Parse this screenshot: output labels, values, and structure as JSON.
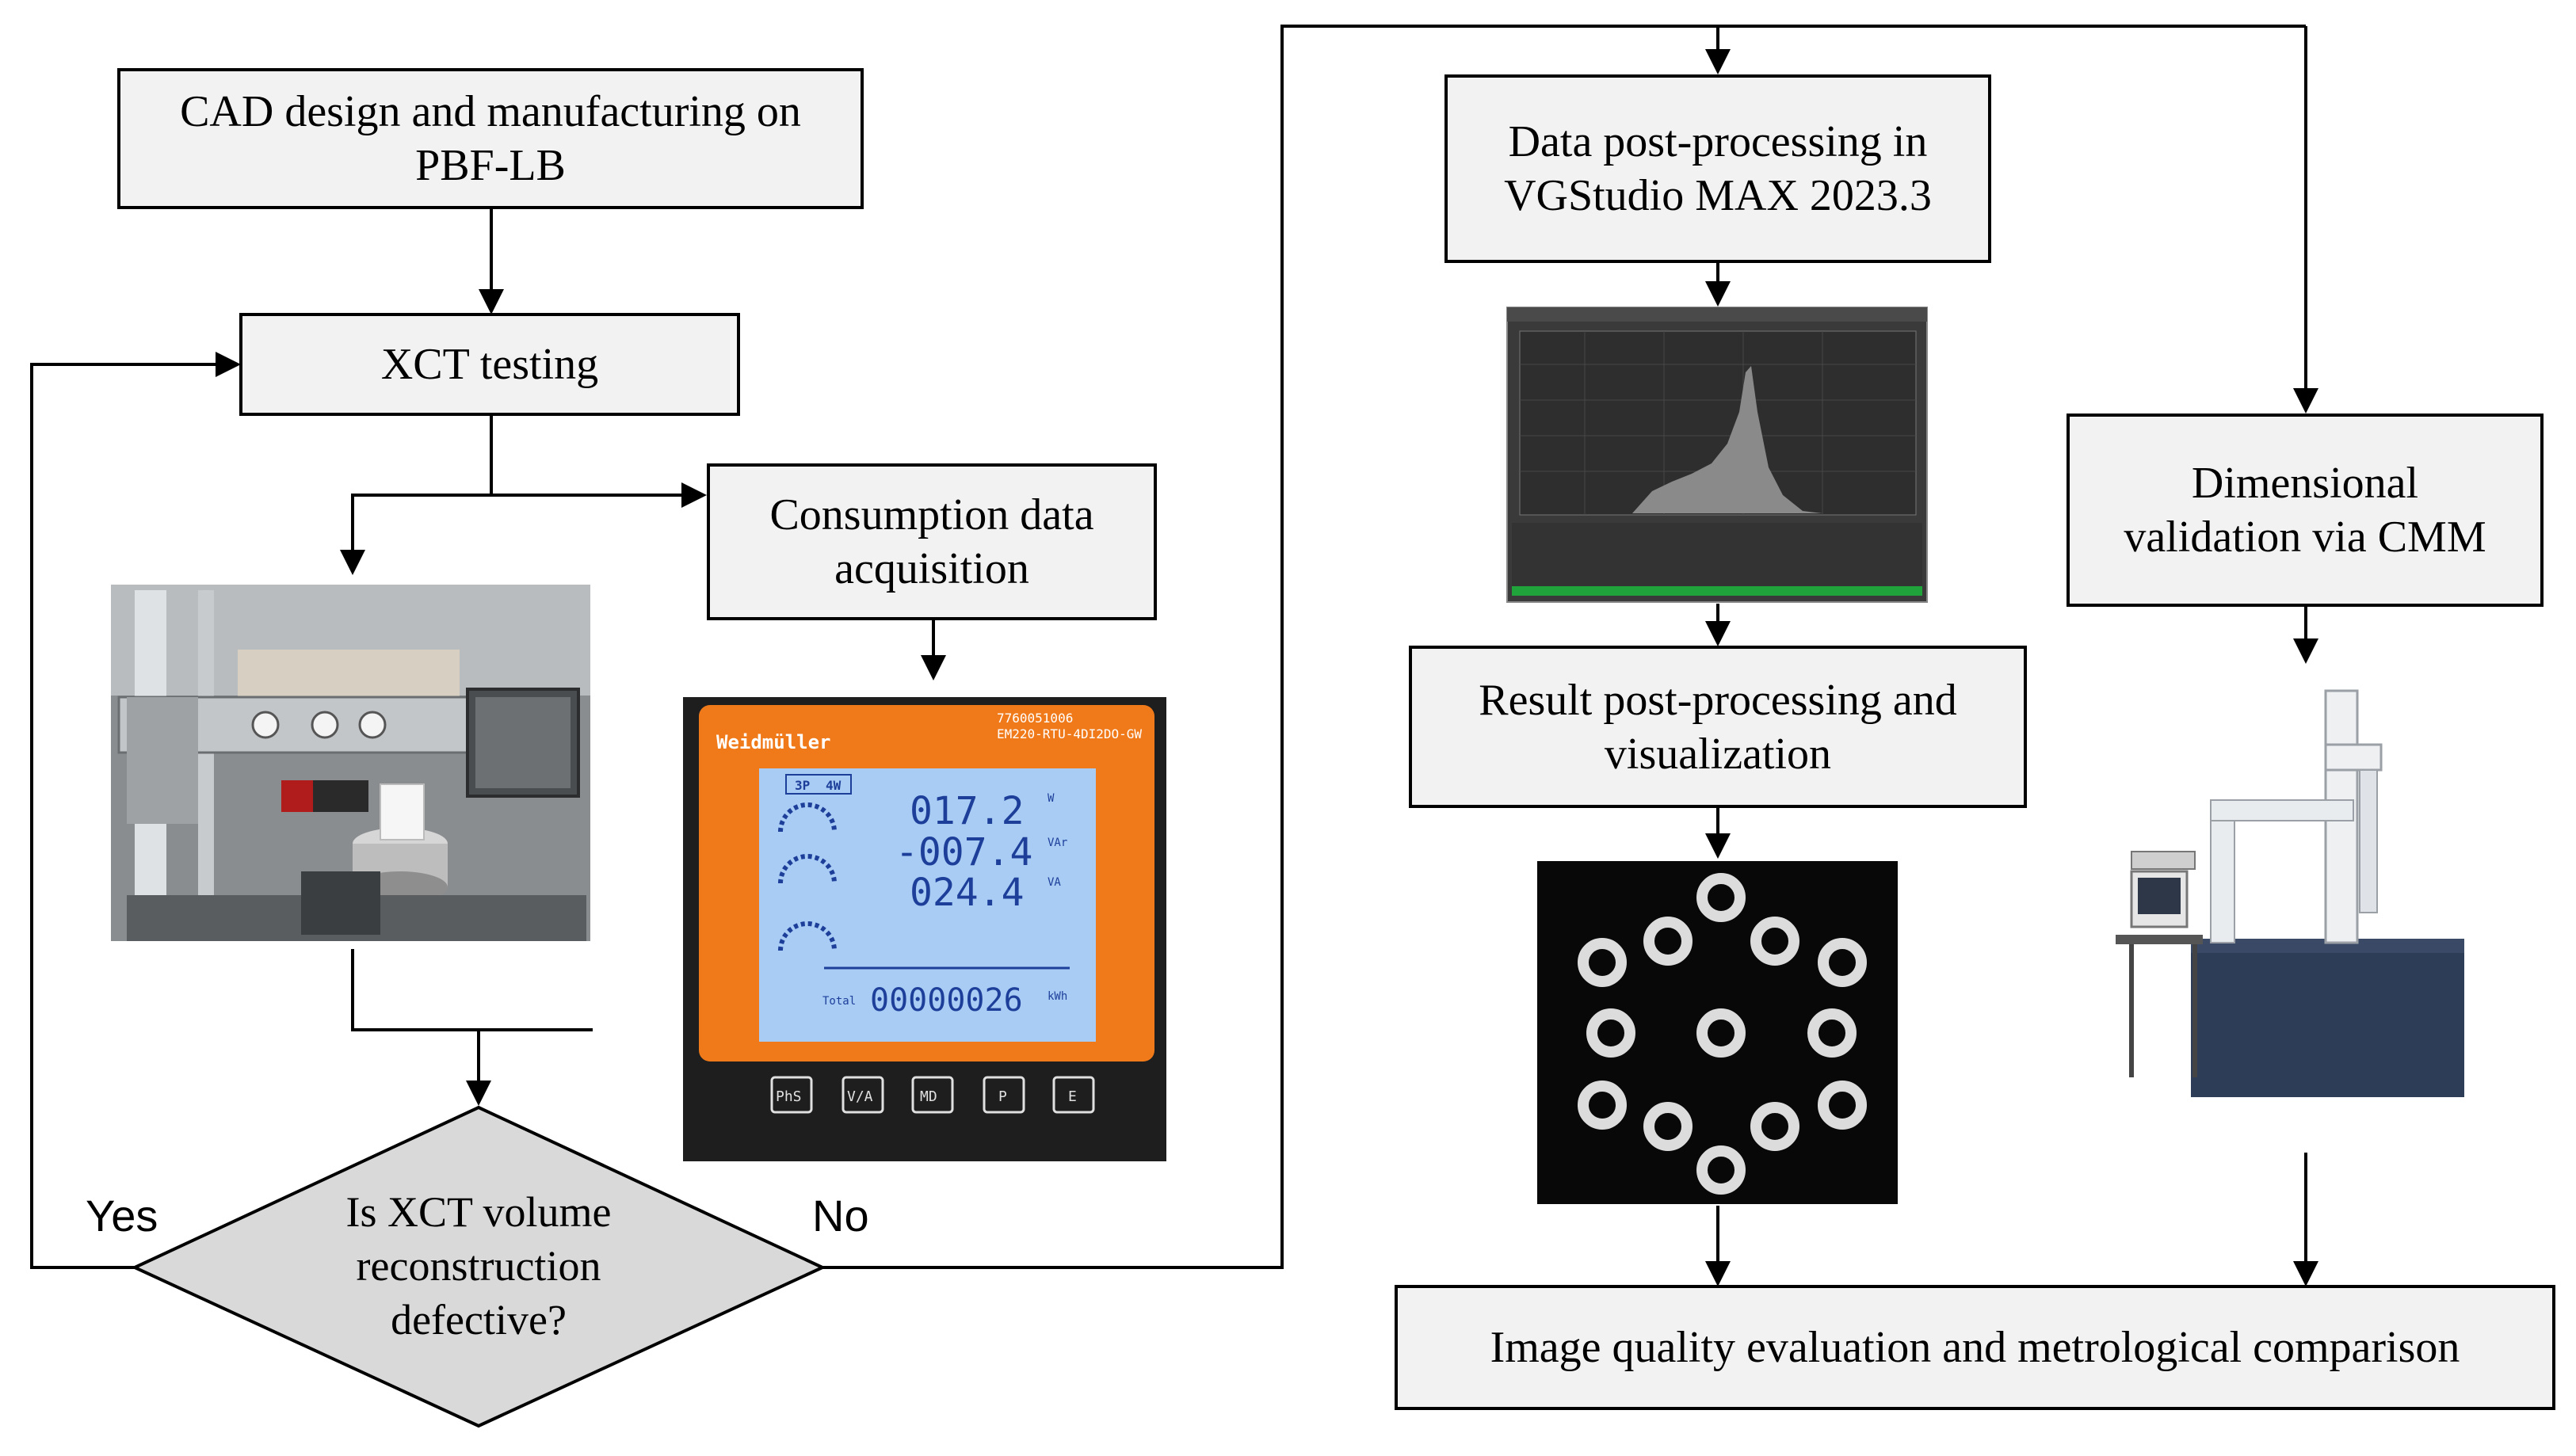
{
  "boxes": {
    "cad": [
      "CAD design and manufacturing on",
      "PBF-LB"
    ],
    "xct": [
      "XCT testing"
    ],
    "consumption": [
      "Consumption data",
      "acquisition"
    ],
    "data_post": [
      "Data post-processing in",
      "VGStudio MAX 2023.3"
    ],
    "result_post": [
      "Result post-processing and",
      "visualization"
    ],
    "dimensional": [
      "Dimensional",
      "validation via CMM"
    ],
    "image_quality": [
      "Image quality evaluation and metrological comparison"
    ]
  },
  "decision": {
    "question": [
      "Is XCT volume",
      "reconstruction",
      "defective?"
    ],
    "yes_label": "Yes",
    "no_label": "No"
  },
  "meter": {
    "brand": "Weidmüller",
    "model": [
      "7760051006",
      "EM220-RTU-4DI2DO-GW"
    ],
    "mode": [
      "3P",
      "4W"
    ],
    "rows": [
      {
        "value": "017.2",
        "unit": "W"
      },
      {
        "value": "-007.4",
        "unit": "VAr"
      },
      {
        "value": "024.4",
        "unit": "VA"
      }
    ],
    "total_label": "Total",
    "total_value": "00000026",
    "total_unit": "kWh",
    "buttons": [
      "PhS",
      "V/A",
      "MD",
      "P",
      "E"
    ]
  },
  "colors": {
    "box_fill": "#f2f2f2",
    "diamond_fill": "#d9d9d9",
    "line": "#000000",
    "meter_orange": "#f07a1a",
    "lcd_blue": "#a9ccf5",
    "lcd_digit": "#1d3f9a"
  }
}
